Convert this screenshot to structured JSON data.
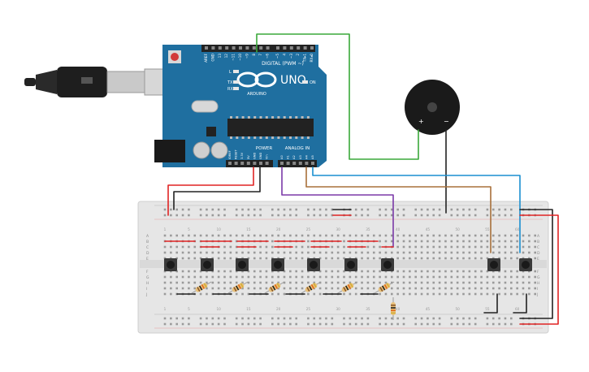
{
  "arduino": {
    "logo_text": "UNO",
    "brand_text": "ARDUINO",
    "digital_label": "DIGITAL (PWM ~)",
    "analog_label": "ANALOG IN",
    "power_label": "POWER",
    "led_labels": [
      "L",
      "TX",
      "RX"
    ],
    "on_label": "ON",
    "digital_pins": [
      "AREF",
      "GND",
      "13",
      "12",
      "~11",
      "~10",
      "~9",
      "8",
      "7",
      "~6",
      "~5",
      "4",
      "~3",
      "2",
      "TX▸1",
      "RX◂0"
    ],
    "power_pins": [
      "IOREF",
      "RESET",
      "3.3V",
      "5V",
      "GND",
      "GND",
      "Vin"
    ],
    "analog_pins": [
      "A0",
      "A1",
      "A2",
      "A3",
      "A4",
      "A5"
    ],
    "colors": {
      "board": "#1f6fa0",
      "header": "#222222",
      "chip": "#222222"
    }
  },
  "buzzer": {
    "plus_label": "+",
    "minus_label": "−"
  },
  "breadboard": {
    "row_letters_top": [
      "A",
      "B",
      "C",
      "D",
      "E"
    ],
    "row_letters_bottom": [
      "F",
      "G",
      "H",
      "I",
      "J"
    ],
    "column_numbers": [
      "1",
      "5",
      "10",
      "15",
      "20",
      "25",
      "30",
      "35",
      "40",
      "45",
      "50",
      "55",
      "60"
    ],
    "buttons": 9,
    "resistors": 7
  },
  "wire_colors": {
    "red": "#e02424",
    "black": "#222222",
    "green": "#3aa83a",
    "purple": "#7b3aa8",
    "brown": "#a8703a",
    "blue": "#1a8fd0"
  }
}
